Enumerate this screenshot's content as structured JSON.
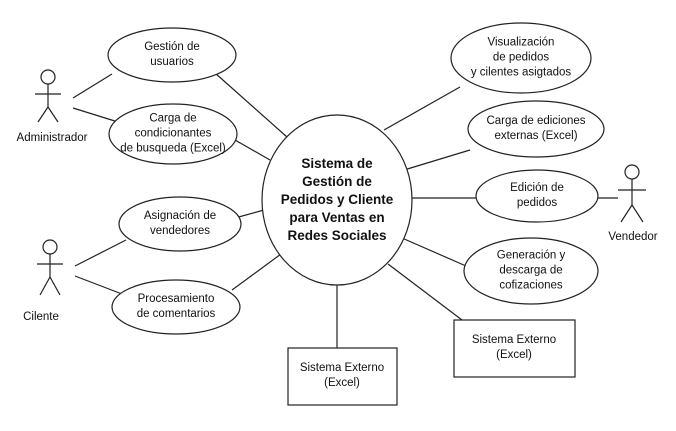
{
  "center": {
    "label": "Sistema de\nGestión de\nPedidos y Cliente\npara Ventas en\nRedes Sociales"
  },
  "actors": {
    "admin": "Administrador",
    "cliente": "Cilente",
    "vendedor": "Vendedor"
  },
  "use_cases": {
    "gestion_usuarios": "Gestión de\nusuarios",
    "carga_condicionantes": "Carga de\ncondicionantes\nde busqueda (Excel)",
    "asignacion_vendedores": "Asignación de\nvendedores",
    "procesamiento_comentarios": "Procesamiento\nde comentarios",
    "visualizacion_pedidos": "Visualización\nde pedidos\ny cilentes asigtados",
    "carga_ediciones": "Carga de ediciones\nexternas (Excel)",
    "edicion_pedidos": "Edición de\npedidos",
    "generacion_cotizaciones": "Generación y\ndescarga de\ncofizaciones"
  },
  "external_systems": {
    "bottom": "Sistema Externo\n(Excel)",
    "right": "Sistema Externo\n(Excel)"
  },
  "colors": {
    "line": "#222222",
    "background": "#ffffff"
  }
}
